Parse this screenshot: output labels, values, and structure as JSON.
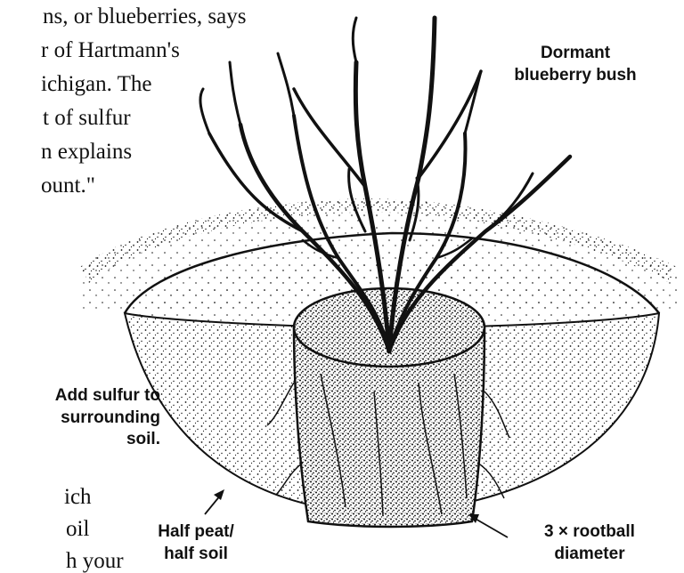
{
  "body_text": {
    "lines": [
      "ns, or blueberries, says",
      "r of Hartmann's",
      "ichigan. The",
      "t of sulfur",
      "n explains",
      "ount.\"",
      "ich",
      "oil",
      "h your"
    ]
  },
  "callouts": {
    "bush": [
      "Dormant",
      "blueberry bush"
    ],
    "sulfur": [
      "Add sulfur to",
      "surrounding",
      "soil."
    ],
    "mix": [
      "Half peat/",
      "half soil"
    ],
    "diameter": [
      "3 × rootball",
      "diameter"
    ]
  },
  "colors": {
    "ink": "#111111",
    "paper": "#ffffff"
  }
}
